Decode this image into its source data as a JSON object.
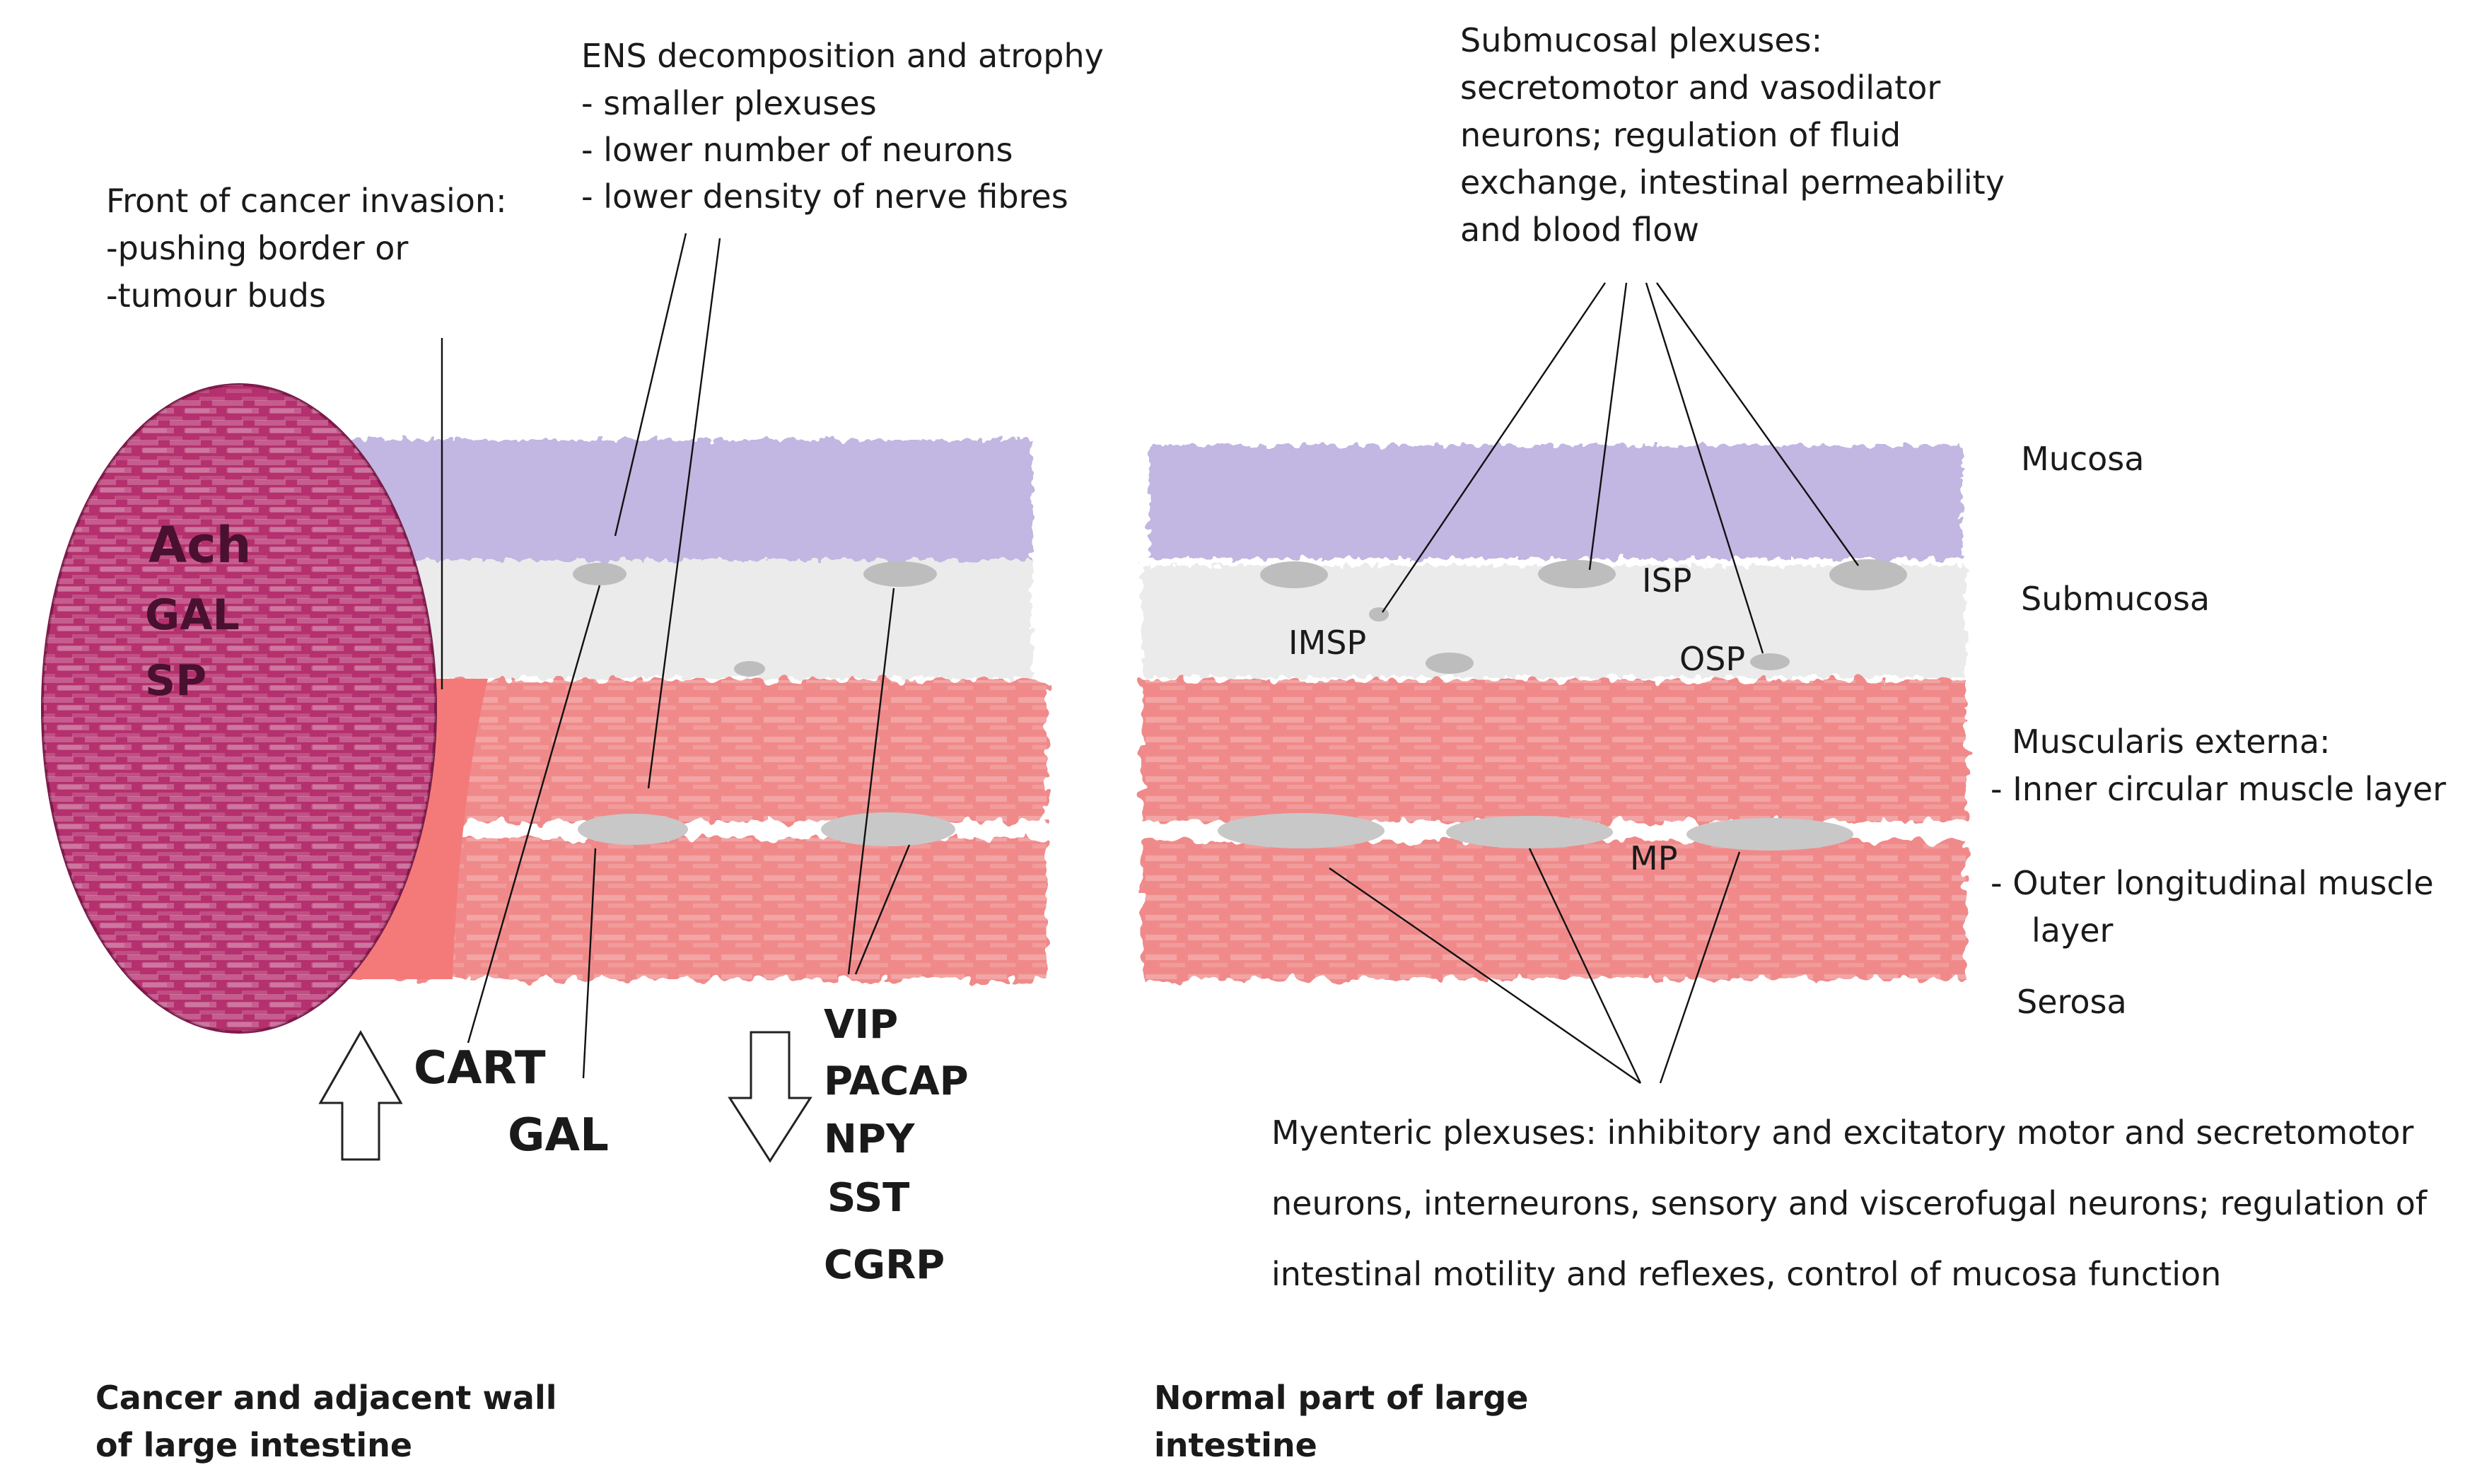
{
  "labels": {
    "ens_title": "ENS decomposition and atrophy",
    "ens_1": "- smaller plexuses",
    "ens_2": "- lower number of neurons",
    "ens_3": "- lower density of nerve fibres",
    "front_1": "Front of cancer invasion:",
    "front_2": "-pushing border or",
    "front_3": "-tumour buds",
    "sub_1": "Submucosal plexuses:",
    "sub_2": "secretomotor and vasodilator",
    "sub_3": "neurons; regulation of fluid",
    "sub_4": "exchange, intestinal permeability",
    "sub_5": "and blood flow",
    "mucosa": "Mucosa",
    "submucosa": "Submucosa",
    "muscularis": "Muscularis externa:",
    "inner": "- Inner circular muscle layer",
    "outer_1": "- Outer longitudinal muscle",
    "outer_2": "layer",
    "serosa": "Serosa",
    "isp": "ISP",
    "imsp": "IMSP",
    "osp": "OSP",
    "mp": "MP",
    "myen_1": "Myenteric plexuses: inhibitory and excitatory motor and secretomotor",
    "myen_2": "neurons, interneurons, sensory and viscerofugal neurons; regulation of",
    "myen_3": "intestinal motility and reflexes, control of mucosa function",
    "cap_left_1": "Cancer and adjacent wall",
    "cap_left_2": "of large intestine",
    "cap_right_1": "Normal part of large",
    "cap_right_2": "intestine"
  },
  "tumour_markers": [
    "Ach",
    "GAL",
    "SP"
  ],
  "increased": [
    "CART",
    "GAL"
  ],
  "decreased": [
    "VIP",
    "PACAP",
    "NPY",
    "SST",
    "CGRP"
  ],
  "colors": {
    "mucosa": "#c2b6e2",
    "submucosa": "#ebebeb",
    "muscle": "#f08a8a",
    "plexus": "#bdbdbd",
    "tumour": "#b5306e",
    "front": "#f47a7a"
  }
}
